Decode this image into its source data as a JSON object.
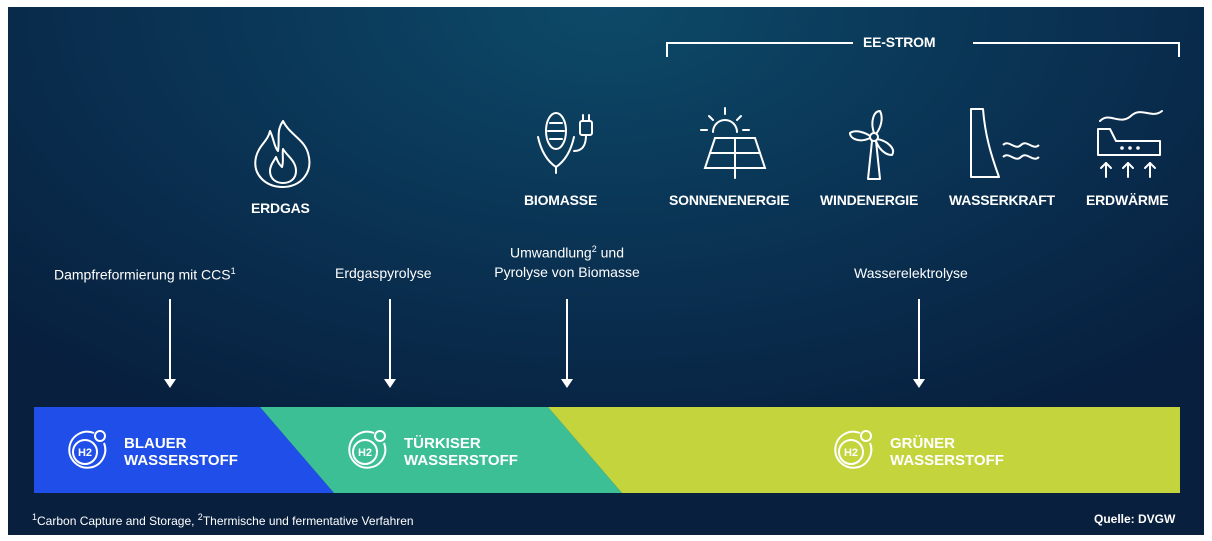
{
  "header": {
    "ee_strom": "EE-STROM"
  },
  "sources": {
    "erdgas": {
      "label": "ERDGAS",
      "icon": "flame-icon"
    },
    "biomasse": {
      "label": "BIOMASSE",
      "icon": "corn-plug-icon"
    },
    "sonne": {
      "label": "SONNENENERGIE",
      "icon": "solar-panel-icon"
    },
    "wind": {
      "label": "WINDENERGIE",
      "icon": "wind-turbine-icon"
    },
    "wasser": {
      "label": "WASSERKRAFT",
      "icon": "dam-icon"
    },
    "erdwaerme": {
      "label": "ERDWÄRME",
      "icon": "geothermal-icon"
    }
  },
  "processes": {
    "dampf": {
      "text": "Dampfreformierung mit CCS",
      "sup": "1"
    },
    "pyro": {
      "text": "Erdgaspyrolyse"
    },
    "umw": {
      "line1": "Umwandlung",
      "sup": "2",
      "line1_rest": " und",
      "line2": "Pyrolyse von Biomasse"
    },
    "elektro": {
      "text": "Wasserelektrolyse"
    }
  },
  "hydrogen": {
    "badge": "H2",
    "blau": {
      "line1": "BLAUER",
      "line2": "WASSERSTOFF"
    },
    "tuerkis": {
      "line1": "TÜRKISER",
      "line2": "WASSERSTOFF"
    },
    "gruen": {
      "line1": "GRÜNER",
      "line2": "WASSERSTOFF"
    }
  },
  "colors": {
    "blue": "#1f4fe8",
    "teal": "#3dbf96",
    "green": "#c3d43c"
  },
  "footnote": {
    "sup1": "1",
    "part1": "Carbon Capture and Storage, ",
    "sup2": "2",
    "part2": "Thermische und fermentative Verfahren",
    "source": "Quelle: DVGW"
  }
}
